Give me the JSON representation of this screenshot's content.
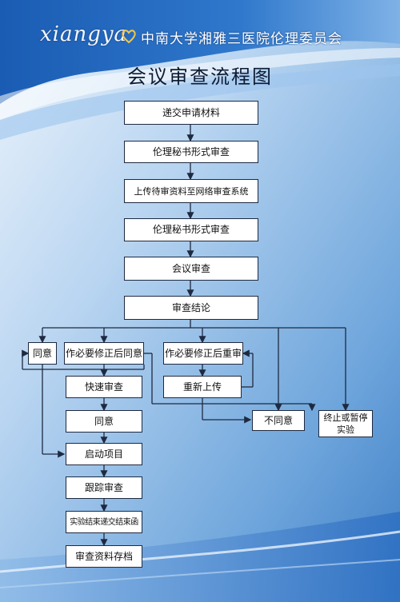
{
  "header": {
    "logo_text": "xiangya",
    "organization": "中南大学湘雅三医院伦理委员会"
  },
  "title": "会议审查流程图",
  "colors": {
    "background_light": "#cfe3f7",
    "background_mid": "#6fa6dc",
    "background_dark": "#1f5fb0",
    "box_fill": "#ffffff",
    "line": "#1e2a40"
  },
  "steps": {
    "submit": "递交申请材料",
    "secretary_review_1": "伦理秘书形式审查",
    "upload": "上传待审资料至网络审查系统",
    "secretary_review_2": "伦理秘书形式审查",
    "meeting_review": "会议审查",
    "conclusion": "审查结论",
    "agree": "同意",
    "revise_agree": "作必要修正后同意",
    "revise_rereview": "作必要修正后重审",
    "fast_review": "快速审查",
    "agree_2": "同意",
    "resubmit": "重新上传",
    "disagree": "不同意",
    "terminate": "终止或暂停实验",
    "start_project": "启动项目",
    "tracking_review": "跟踪审查",
    "end_letter": "实验结束递交结束函",
    "archive": "审查资料存档"
  }
}
